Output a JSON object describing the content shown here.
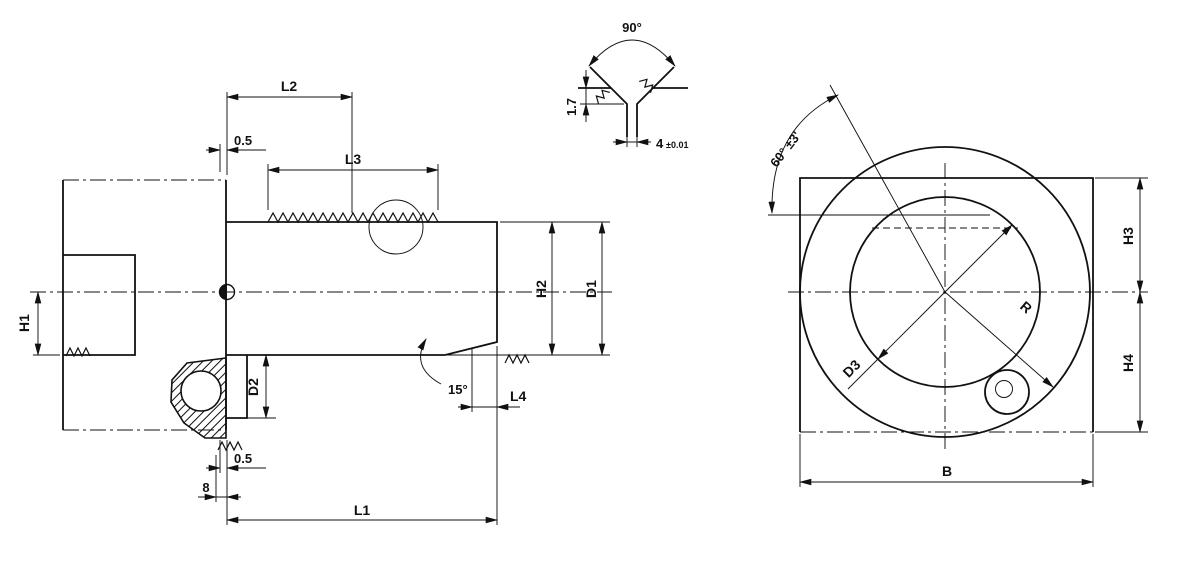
{
  "drawing": {
    "background": "#ffffff",
    "line_color": "#111111"
  },
  "views": {
    "side": {
      "dims": {
        "l1": "L1",
        "l2": "L2",
        "l3": "L3",
        "l4": "L4",
        "h1": "H1",
        "h2": "H2",
        "d1": "D1",
        "d2": "D2",
        "chamfer_angle": "15°",
        "face_offset_top": "0.5",
        "face_offset_bottom": "0.5",
        "groove_width": "8"
      }
    },
    "thread_detail": {
      "dims": {
        "flank_angle": "90°",
        "thread_depth": "1.7",
        "groove_width": "4",
        "groove_width_tolerance": "±0.01"
      }
    },
    "front": {
      "dims": {
        "keyway_angle": "60° ±3'",
        "h3": "H3",
        "h4": "H4",
        "b": "B",
        "d3": "D3",
        "r": "R"
      }
    }
  }
}
